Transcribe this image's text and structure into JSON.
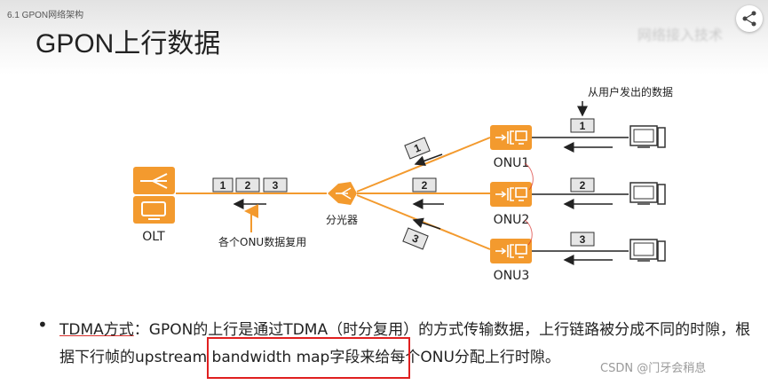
{
  "header": {
    "breadcrumb": "6.1 GPON网络架构",
    "title": "GPON上行数据",
    "blurred_text": "网络接入技术"
  },
  "diagram": {
    "olt_label": "OLT",
    "splitter_label": "分光器",
    "mux_caption": "各个ONU数据复用",
    "user_data_caption": "从用户发出的数据",
    "olt_frames": [
      "1",
      "2",
      "3"
    ],
    "onus": [
      {
        "label": "ONU1",
        "frame": "1",
        "link_frame": "1"
      },
      {
        "label": "ONU2",
        "frame": "2",
        "link_frame": "2"
      },
      {
        "label": "ONU3",
        "frame": "3",
        "link_frame": "3"
      }
    ],
    "colors": {
      "accent": "#f39a2e",
      "frame_fill": "#e6e6e6",
      "ink": "#222222",
      "annotation": "#d9302c"
    }
  },
  "bullet": {
    "marker": "•",
    "heading": "TDMA方式",
    "text_1": "：GPON的上行是通过TDMA（时分复用）的方式传输数据，上行链路被分成不同的时隙，根据下行帧的",
    "highlight": "upstream bandwidth map",
    "text_2": "字段来给每个ONU分配上行时隙。"
  },
  "watermark": "CSDN @门牙会稍息"
}
